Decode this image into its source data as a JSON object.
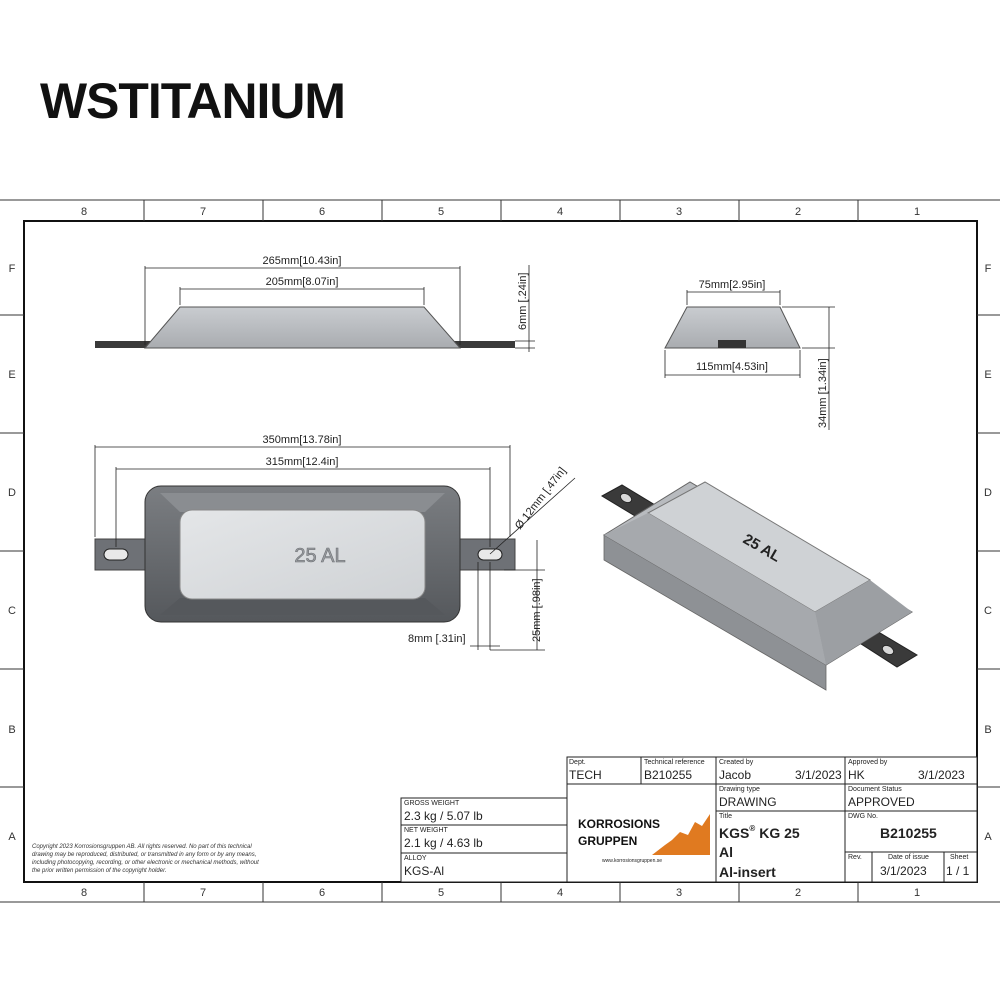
{
  "brand": {
    "logo_text": "WSTITANIUM"
  },
  "grid": {
    "columns": [
      "8",
      "7",
      "6",
      "5",
      "4",
      "3",
      "2",
      "1"
    ],
    "rows": [
      "F",
      "E",
      "D",
      "C",
      "B",
      "A"
    ]
  },
  "views": {
    "side": {
      "overall": "265mm",
      "overall_in": "10.43in",
      "top": "205mm",
      "top_in": "8.07in",
      "thickness": "6mm",
      "thickness_in": ".24in"
    },
    "end": {
      "top": "75mm",
      "top_in": "2.95in",
      "bottom": "115mm",
      "bottom_in": "4.53in",
      "height": "34mm",
      "height_in": "1.34in"
    },
    "plan": {
      "overall": "350mm",
      "overall_in": "13.78in",
      "holes": "315mm",
      "holes_in": "12.4in",
      "hole_dia": "Ø 12mm",
      "hole_dia_in": ".47in",
      "strap_w": "25mm",
      "strap_w_in": ".98in",
      "edge": "8mm",
      "edge_in": ".31in",
      "marking": "25 AL"
    },
    "iso": {
      "marking": "25 AL"
    }
  },
  "weights": {
    "gross_label": "GROSS WEIGHT",
    "gross_value": "2.3 kg / 5.07 lb",
    "net_label": "NET WEIGHT",
    "net_value": "2.1 kg / 4.63 lb",
    "alloy_label": "ALLOY",
    "alloy_value": "KGS-Al"
  },
  "title_block": {
    "dept_label": "Dept.",
    "dept_value": "TECH",
    "techref_label": "Technical reference",
    "techref_value": "B210255",
    "created_label": "Created by",
    "created_by": "Jacob",
    "created_date": "3/1/2023",
    "approved_label": "Approved by",
    "approved_by": "HK",
    "approved_date": "3/1/2023",
    "drawing_type_label": "Drawing type",
    "drawing_type_value": "DRAWING",
    "doc_status_label": "Document Status",
    "doc_status_value": "APPROVED",
    "title_label": "Title",
    "title_line1": "KGS",
    "title_reg": "®",
    "title_line1b": "KG 25",
    "title_line2": "Al",
    "title_line3": "Al-insert",
    "dwg_label": "DWG No.",
    "dwg_value": "B210255",
    "rev_label": "Rev.",
    "issue_label": "Date of issue",
    "issue_value": "3/1/2023",
    "sheet_label": "Sheet",
    "sheet_value": "1 / 1",
    "company_line1": "KORROSIONS",
    "company_line2": "GRUPPEN",
    "company_url": "www.korrosionsgruppen.se"
  },
  "copyright": {
    "line1": "Copyright 2023 Korrosionsgruppen AB. All rights reserved. No part of this technical",
    "line2": "drawing may be reproduced, distributed, or transmitted in any form or by any means,",
    "line3": "including photocopying, recording, or other electronic or mechanical methods, without",
    "line4": "the prior written permission of the copyright holder."
  },
  "colors": {
    "metal_light": "#d8dadd",
    "metal_mid": "#b4b7bb",
    "metal_dark": "#6e7176",
    "strap": "#3a3a3a",
    "accent_orange": "#e07a20"
  }
}
